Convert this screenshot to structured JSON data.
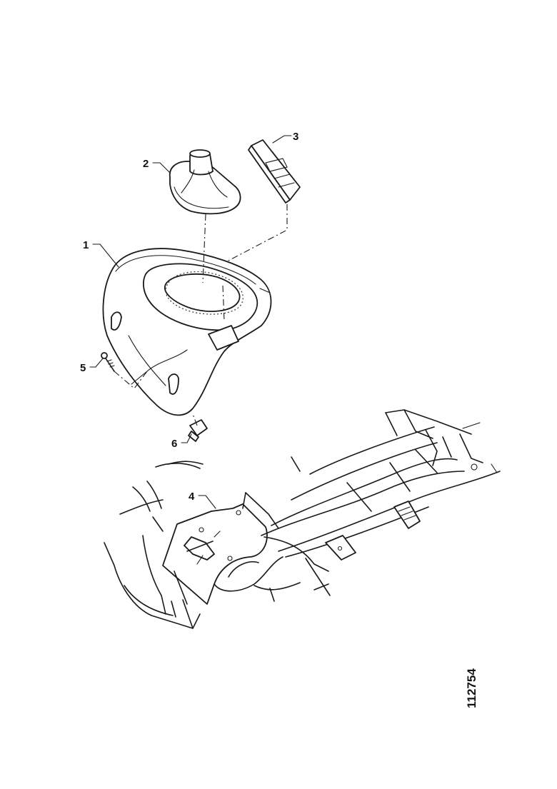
{
  "callouts": [
    {
      "id": "1",
      "label": "1"
    },
    {
      "id": "2",
      "label": "2"
    },
    {
      "id": "3",
      "label": "3"
    },
    {
      "id": "4",
      "label": "4"
    },
    {
      "id": "5",
      "label": "5"
    },
    {
      "id": "6",
      "label": "6"
    }
  ],
  "reference_number": "112754"
}
